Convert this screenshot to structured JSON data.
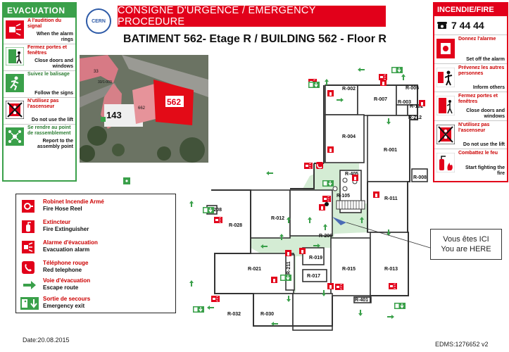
{
  "evacuation_panel": {
    "title": "EVACUATION",
    "items": [
      {
        "fr": "A l'audition du signal",
        "en": "When the alarm rings",
        "icon": "alarm-bell-icon"
      },
      {
        "fr": "Fermez portes et fenêtres",
        "en": "Close doors and windows",
        "icon": "close-door-icon"
      },
      {
        "fr": "Suivez le balisage",
        "en": "Follow the signs",
        "icon": "running-person-icon"
      },
      {
        "fr": "N'utilisez pas l'ascenseur",
        "en": "Do not use the lift",
        "icon": "no-lift-icon"
      },
      {
        "fr": "Se rendre au point de rassemblement",
        "en": "Report to the assembly point",
        "icon": "assembly-point-icon"
      }
    ]
  },
  "header": {
    "logo_text": "CERN",
    "banner": "CONSIGNE D'URGENCE  / EMERGENCY PROCEDURE",
    "building_title": "BATIMENT 562- Etage R / BUILDING 562 - Floor R"
  },
  "aerial_photo": {
    "labels": [
      "33",
      "33/1-003",
      "143",
      "662",
      "562"
    ]
  },
  "fire_panel": {
    "title": "INCENDIE/FIRE",
    "phone": "7 44 44",
    "items": [
      {
        "fr": "Donnez l'alarme",
        "en": "Set off the alarm",
        "icon": "fire-alarm-icon"
      },
      {
        "fr": "Prévenez les autres personnes",
        "en": "Inform others",
        "icon": "warn-people-icon"
      },
      {
        "fr": "Fermez portes et fenêtres",
        "en": "Close doors and windows",
        "icon": "fire-door-icon"
      },
      {
        "fr": "N'utilisez pas l'ascenseur",
        "en": "Do not use the lift",
        "icon": "no-lift-icon"
      },
      {
        "fr": "Combattez le feu",
        "en": "Start fighting the fire",
        "icon": "extinguisher-icon"
      }
    ]
  },
  "legend": {
    "items": [
      {
        "fr": "Robinet Incendie Armé",
        "en": "Fire Hose Reel",
        "icon": "fire-hose-reel-icon"
      },
      {
        "fr": "Extincteur",
        "en": "Fire Extinguisher",
        "icon": "extinguisher-icon"
      },
      {
        "fr": "Alarme d'évacuation",
        "en": "Evacuation alarm",
        "icon": "evacuation-alarm-icon"
      },
      {
        "fr": "Téléphone rouge",
        "en": "Red telephone",
        "icon": "red-telephone-icon"
      },
      {
        "fr": "Voie d'évacuation",
        "en": "Escape route",
        "icon": "escape-route-arrow-icon"
      },
      {
        "fr": "Sortie de secours",
        "en": "Emergency exit",
        "icon": "emergency-exit-icon"
      }
    ]
  },
  "floor_plan": {
    "rooms": [
      "R-001",
      "R-002",
      "R-003",
      "R-004",
      "R-005",
      "R-007",
      "R-008",
      "R-011",
      "R-012",
      "R-013",
      "R-015",
      "R-017",
      "R-019",
      "R-021",
      "R-028",
      "R-030",
      "R-032",
      "R-102",
      "R-105",
      "R-206",
      "R-208",
      "R-211",
      "R-212",
      "R-401",
      "R-405"
    ]
  },
  "you_are_here": {
    "fr": "Vous êtes  ICI",
    "en": "You are HERE"
  },
  "footer": {
    "date": "Date:20.08.2015",
    "edms": "EDMS:1276652 v2"
  },
  "colors": {
    "emergency_red": "#e2001a",
    "escape_green": "#3aa04a",
    "corridor_green": "#d4ecd4"
  }
}
